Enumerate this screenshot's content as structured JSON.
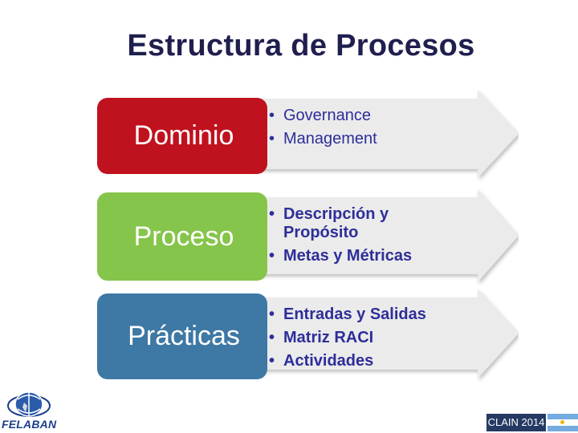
{
  "title": "Estructura de Procesos",
  "rows": [
    {
      "label": "Dominio",
      "color": "#c0121e",
      "bullets": [
        "Governance",
        "Management"
      ]
    },
    {
      "label": "Proceso",
      "color": "#85c54b",
      "bullets": [
        "Descripción y Propósito",
        "Metas y Métricas"
      ]
    },
    {
      "label": "Prácticas",
      "color": "#3e78a4",
      "bullets": [
        "Entradas y Salidas",
        "Matriz RACI",
        "Actividades"
      ]
    }
  ],
  "footer": {
    "logo_text": "FELABAN",
    "event_label": "CLAIN 2014",
    "flag": "argentina-flag-icon"
  }
}
